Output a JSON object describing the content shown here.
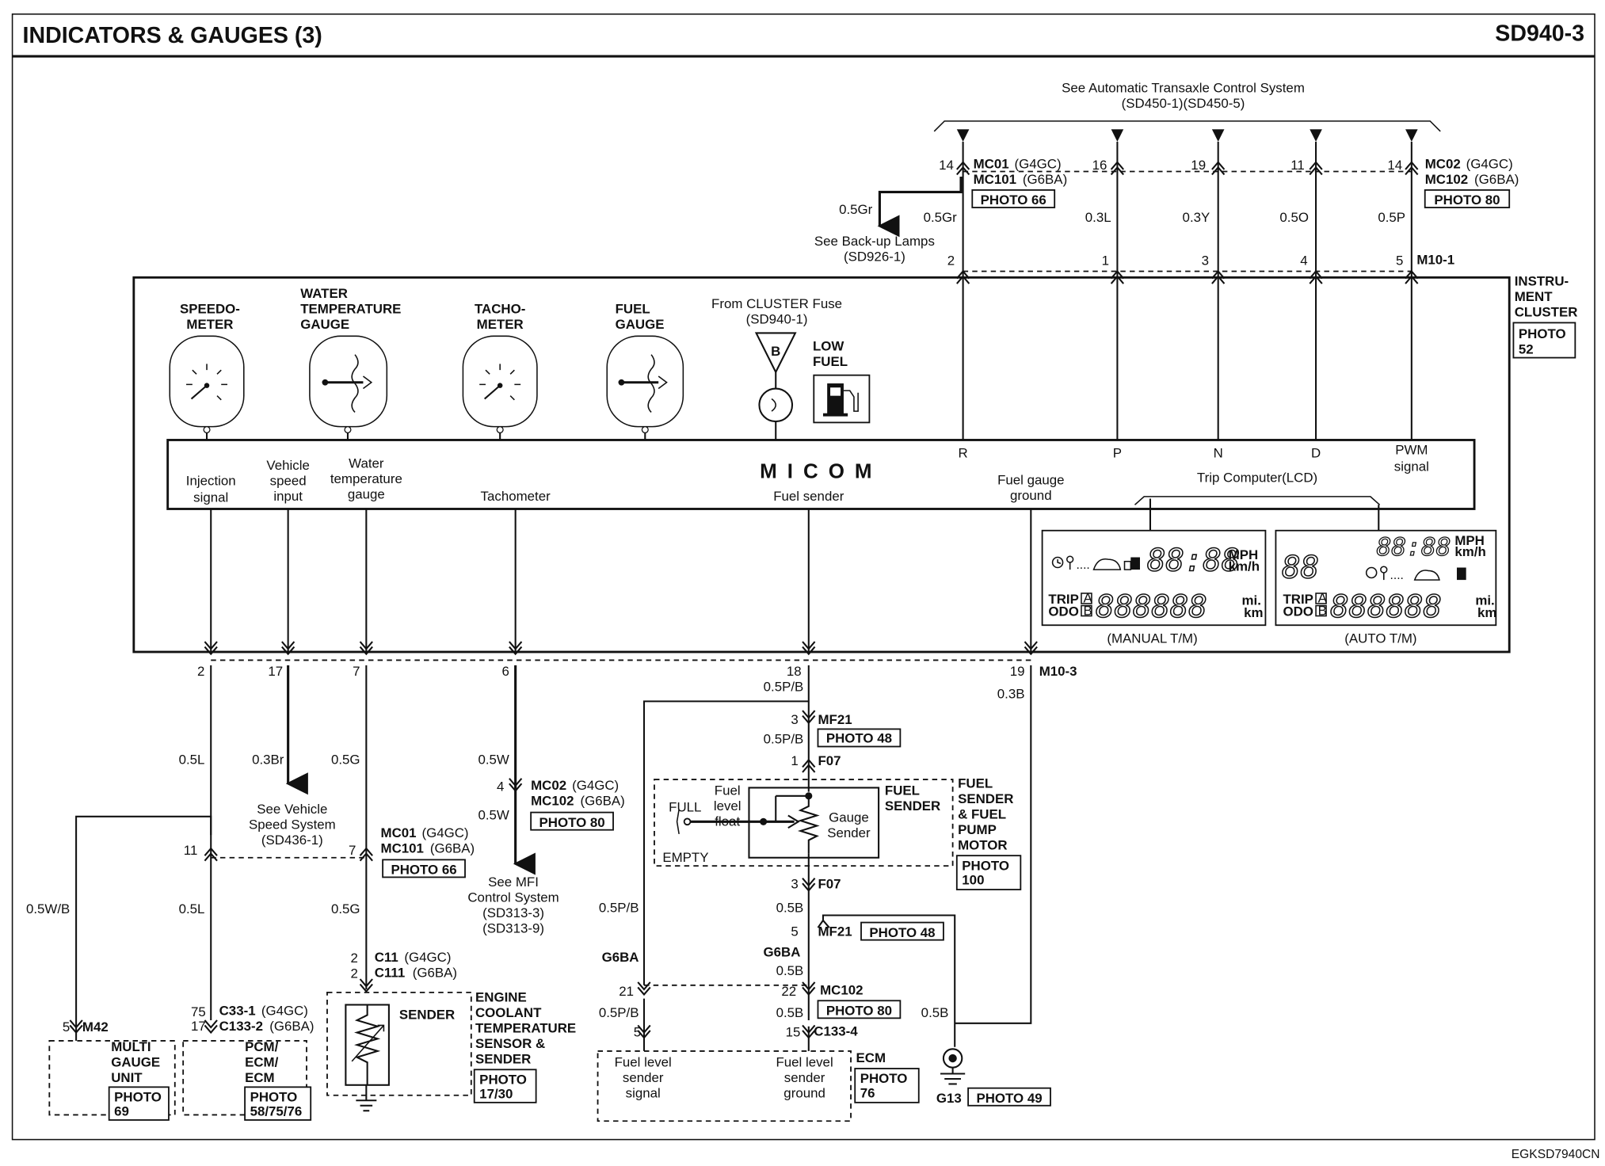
{
  "header": {
    "title": "INDICATORS & GAUGES (3)",
    "code": "SD940-3"
  },
  "footer": {
    "code": "EGKSD7940CN"
  },
  "top_reference": {
    "line1": "See Automatic Transaxle Control System",
    "line2": "(SD450-1)(SD450-5)"
  },
  "top_connectors": {
    "mc01": {
      "pin": "14",
      "line1_id": "MC01",
      "line1_var": "(G4GC)",
      "line2_id": "MC101",
      "line2_var": "(G6BA)",
      "photo": "PHOTO 66"
    },
    "mc02": {
      "pin": "14",
      "line1_id": "MC02",
      "line1_var": "(G4GC)",
      "line2_id": "MC102",
      "line2_var": "(G6BA)",
      "photo": "PHOTO 80"
    },
    "pins": [
      "16",
      "19",
      "11"
    ]
  },
  "backup_lamps": {
    "wire": "0.5Gr",
    "line1": "See Back-up Lamps",
    "line2": "(SD926-1)"
  },
  "top_wires": [
    "0.5Gr",
    "0.3L",
    "0.3Y",
    "0.5O",
    "0.5P"
  ],
  "m10_1": {
    "pins": [
      "2",
      "1",
      "3",
      "4",
      "5"
    ],
    "id": "M10-1"
  },
  "cluster": {
    "label": [
      "INSTRU-",
      "MENT",
      "CLUSTER"
    ],
    "photo": [
      "PHOTO",
      "52"
    ],
    "gauges": {
      "speedometer": [
        "SPEEDO-",
        "METER"
      ],
      "water_temp": [
        "WATER",
        "TEMPERATURE",
        "GAUGE"
      ],
      "tachometer": [
        "TACHO-",
        "METER"
      ],
      "fuel_gauge": [
        "FUEL",
        "GAUGE"
      ]
    },
    "cluster_fuse": {
      "line1": "From CLUSTER Fuse",
      "line2": "(SD940-1)",
      "letter": "B"
    },
    "low_fuel": [
      "LOW",
      "FUEL"
    ]
  },
  "micom": {
    "title": "MICOM",
    "inputs": {
      "injection": [
        "Injection",
        "signal"
      ],
      "vehicle_speed": [
        "Vehicle",
        "speed",
        "input"
      ],
      "water_temp": [
        "Water",
        "temperature",
        "gauge"
      ],
      "tachometer": "Tachometer",
      "fuel_sender": "Fuel sender",
      "fuel_gauge_ground": [
        "Fuel gauge",
        "ground"
      ]
    },
    "shift_labels": [
      "R",
      "P",
      "N",
      "D"
    ],
    "pwm": [
      "PWM",
      "signal"
    ],
    "trip_computer": "Trip Computer(LCD)"
  },
  "lcd": {
    "manual": {
      "label": "(MANUAL T/M)",
      "clock": "88:88",
      "odo": "888888",
      "speed_units": [
        "MPH",
        "km/h"
      ],
      "dist_units": [
        "mi.",
        "km"
      ]
    },
    "auto": {
      "label": "(AUTO T/M)",
      "clock": "88:88",
      "odo": "888888",
      "speed_units": [
        "MPH",
        "km/h"
      ],
      "dist_units": [
        "mi.",
        "km"
      ]
    },
    "trip": "TRIP",
    "odo_label": "ODO",
    "a": "A",
    "b": "B"
  },
  "m10_3": {
    "pins": [
      "2",
      "17",
      "7",
      "6",
      "18",
      "19"
    ],
    "id": "M10-3"
  },
  "left_wires": {
    "injection": "0.5L",
    "vehicle_speed": "0.3Br",
    "water": "0.5G",
    "tach": "0.5W",
    "multi_gauge": "0.5W/B",
    "injection_lower": "0.5L",
    "water_lower": "0.5G",
    "tach_lower": "0.5W"
  },
  "vss_ref": {
    "line1": "See Vehicle",
    "line2": "Speed System",
    "line3": "(SD436-1)"
  },
  "mc01_mid": {
    "pin_left": "11",
    "pin_right": "7",
    "line1_id": "MC01",
    "line1_var": "(G4GC)",
    "line2_id": "MC101",
    "line2_var": "(G6BA)",
    "photo": "PHOTO 66"
  },
  "mc02_mid": {
    "pin": "4",
    "line1_id": "MC02",
    "line1_var": "(G4GC)",
    "line2_id": "MC102",
    "line2_var": "(G6BA)",
    "photo": "PHOTO 80"
  },
  "mfi_ref": {
    "line1": "See MFI",
    "line2": "Control System",
    "line3": "(SD313-3)",
    "line4": "(SD313-9)"
  },
  "c11": {
    "pins": [
      "2",
      "2"
    ],
    "line1_id": "C11",
    "line1_var": "(G4GC)",
    "line2_id": "C111",
    "line2_var": "(G6BA)"
  },
  "coolant_sensor": {
    "inner": "SENDER",
    "label": [
      "ENGINE",
      "COOLANT",
      "TEMPERATURE",
      "SENSOR &",
      "SENDER"
    ],
    "photo": [
      "PHOTO",
      "17/30"
    ]
  },
  "multi_gauge": {
    "pin": "5",
    "conn": "M42",
    "label": [
      "MULTI",
      "GAUGE",
      "UNIT"
    ],
    "photo": [
      "PHOTO",
      "69"
    ]
  },
  "pcm": {
    "pins": [
      "75",
      "17"
    ],
    "line1_id": "C33-1",
    "line1_var": "(G4GC)",
    "line2_id": "C133-2",
    "line2_var": "(G6BA)",
    "label": [
      "PCM/",
      "ECM/",
      "ECM"
    ],
    "photo": [
      "PHOTO",
      "58/75/76"
    ]
  },
  "fuel_circuit": {
    "wire_top": "0.5P/B",
    "mf21_pin": "3",
    "mf21_id": "MF21",
    "mf21_photo": "PHOTO 48",
    "wire_mid": "0.5P/B",
    "f07_top_pin": "1",
    "f07_id": "F07",
    "f07_bot_pin": "3",
    "f07_bot_id": "F07",
    "wire_low": "0.5B",
    "mf21_low_pin": "5",
    "mf21_low_id": "MF21",
    "mf21_low_photo": "PHOTO 48",
    "variant": "G6BA",
    "wire_b": "0.5B",
    "left_wire": "0.5P/B",
    "left_variant": "G6BA",
    "mc102": {
      "pin_left": "21",
      "pin_right": "22",
      "id": "MC102",
      "photo": "PHOTO 80"
    },
    "lower_left_wire": "0.5P/B",
    "lower_right_wire": "0.5B",
    "c133": {
      "pin_left": "5",
      "pin_right": "15",
      "id": "C133-4"
    },
    "ground_wire": "0.5B",
    "right_wire": "0.3B"
  },
  "fuel_sender": {
    "full": "FULL",
    "empty": "EMPTY",
    "float": [
      "Fuel",
      "level",
      "float"
    ],
    "gauge": [
      "Gauge",
      "Sender"
    ],
    "sender": [
      "FUEL",
      "SENDER"
    ],
    "label": [
      "FUEL",
      "SENDER",
      "& FUEL",
      "PUMP",
      "MOTOR"
    ],
    "photo": [
      "PHOTO",
      "100"
    ]
  },
  "ecm": {
    "left": [
      "Fuel level",
      "sender",
      "signal"
    ],
    "right": [
      "Fuel level",
      "sender",
      "ground"
    ],
    "label": "ECM",
    "photo": [
      "PHOTO",
      "76"
    ]
  },
  "ground": {
    "id": "G13",
    "photo": "PHOTO 49"
  }
}
